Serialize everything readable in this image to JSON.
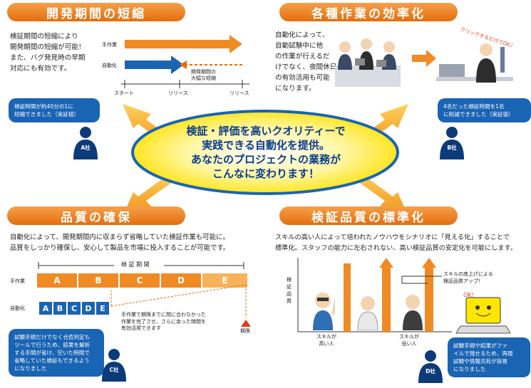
{
  "sections": {
    "tl": {
      "title": "開発期間の短縮",
      "text": "検証期間の短縮により\n開発期間の短縮が可能！\nまた、バグ発見時の早期\n対応にも有効です。",
      "label_manual": "手作業",
      "label_auto": "自動化",
      "label_start": "スタート",
      "label_release1": "リリース",
      "label_release2": "リリース",
      "label_reduction": "開発期間の\n大幅な短縮",
      "bubble": "検証時間が約40分の1に\n短縮できました（実証値）",
      "user": "A社"
    },
    "tr": {
      "title": "各種作業の効率化",
      "text": "自動化によって、\n自動試験中に他\nの作業が行えるだ\nけでなく、夜間休日\nの有効活用も可能\nになります。",
      "note": "クリックするだけでOK♪",
      "bubble": "4名だった検証時間を1名\nに削減できました（実証値）",
      "user": "B社"
    },
    "center": {
      "line1": "検証・評価を高いクオリティーで",
      "line2": "実践できる自動化を提供。",
      "line3": "あなたのプロジェクトの業務が",
      "line4": "こんなに変わります！"
    },
    "bl": {
      "title": "品質の確保",
      "text": "自動化によって、開発期間内に収まらず省略していた検証作業も可能に。\n品質をしっかり確保し、安心して製品を市場に投入することが可能です。",
      "period_label": "検 証 期 間",
      "label_manual": "手作業",
      "label_auto": "自動化",
      "segments": [
        "A",
        "B",
        "C",
        "D",
        "E"
      ],
      "auto_letters": [
        "A",
        "B",
        "C",
        "D",
        "E"
      ],
      "note": "手作業で期限までに間に合わなかった\n作業を完了させ、さらに余った時間を\n有効活用できます",
      "deadline": "期限",
      "bubble": "試験手順だけでなく合否判定も\nツールで行うため、結果を解析\nする手間が省け、空いた時間で\n省略していた検証もできるよう\nになりました",
      "user": "C社"
    },
    "br": {
      "title": "検証品質の標準化",
      "text": "スキルの高い人によって培われたノウハウをシナリオに「見える化」することで\n標準化。スタッフの能力に左右されない、高い検証品質の安定化を可能にします。",
      "ylabel": "検\n証\n品\n質",
      "label_high": "スキルが\n高い人",
      "label_low": "スキルが\n低い人",
      "note": "スキルの底上げによる\n検証品質アップ！",
      "ok": "OK!",
      "bubble": "試験手順や結果がファ\nイルで残せるため、再現\n試験や情報共有が容易\nになりました",
      "user": "D社"
    }
  },
  "colors": {
    "orange": "#f08a24",
    "blue": "#1a64b4",
    "yellow": "#ffe600",
    "light_orange": "#f7b25a"
  }
}
